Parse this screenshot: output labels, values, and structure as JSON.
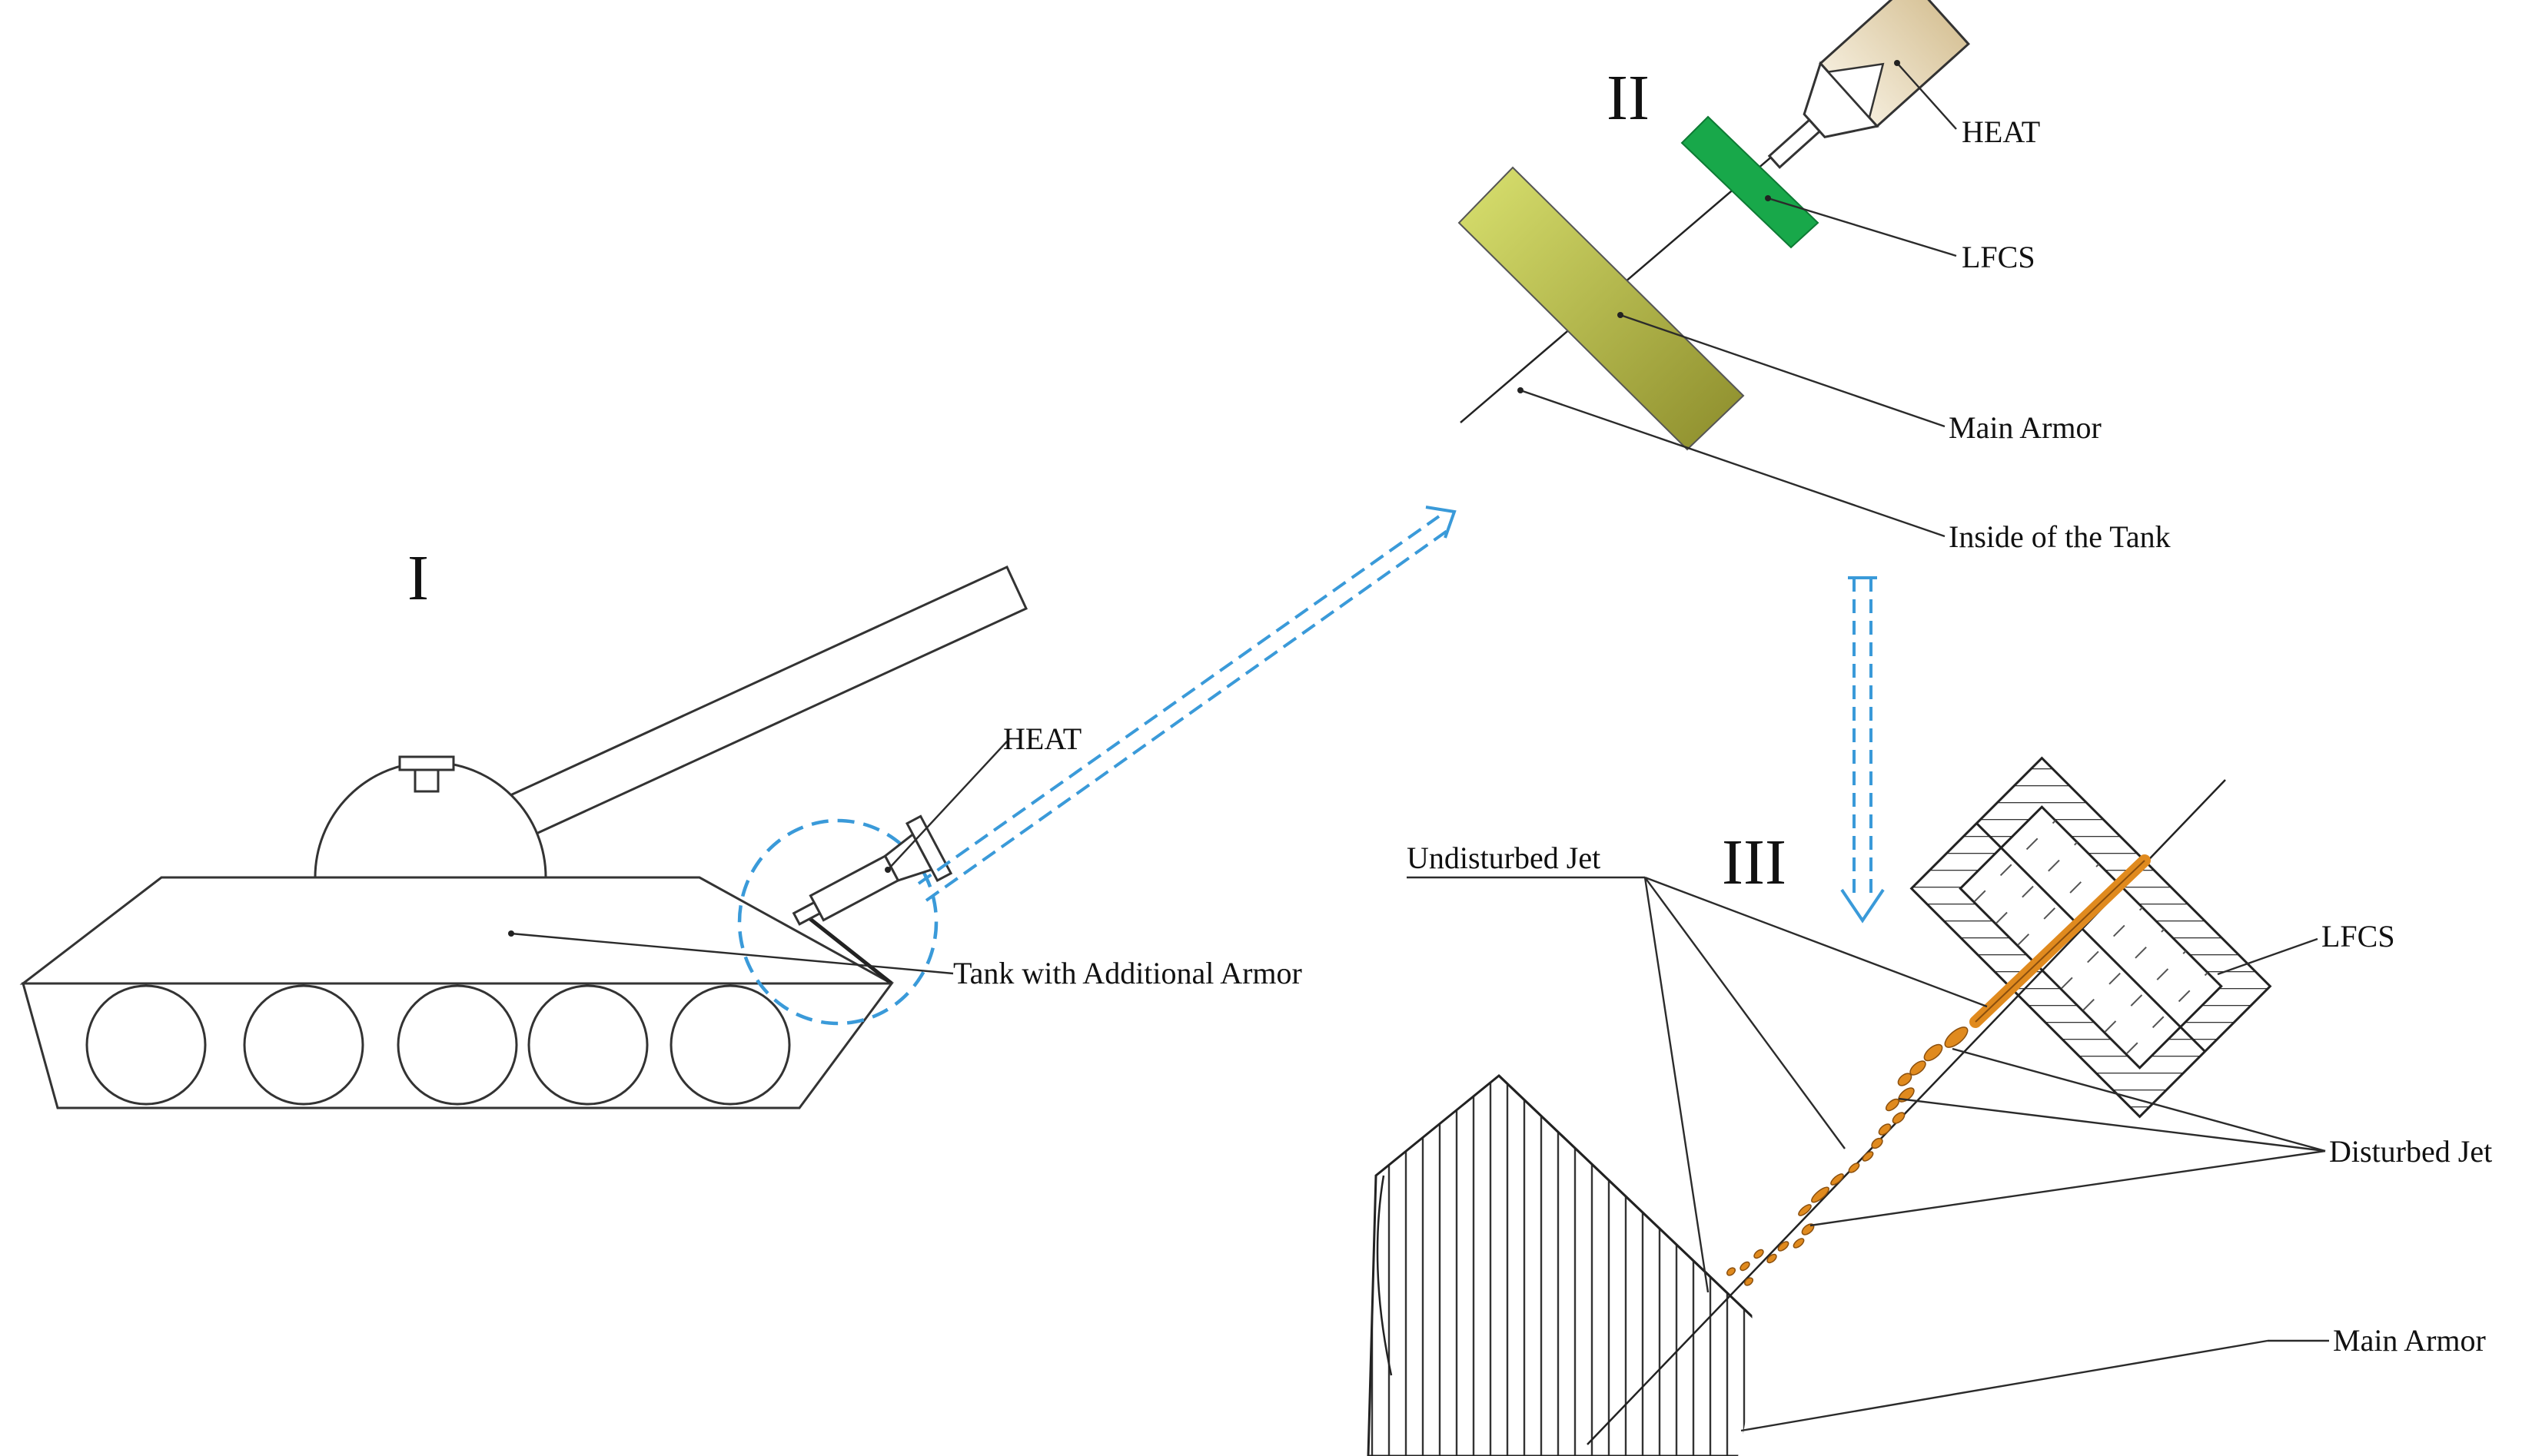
{
  "panels": {
    "I": "I",
    "II": "II",
    "III": "III"
  },
  "labels": {
    "heat_tank": "HEAT",
    "tank": "Tank with Additional Armor",
    "heat_ii": "HEAT",
    "lfcs_ii": "LFCS",
    "main_armor_ii": "Main Armor",
    "inside_tank": "Inside of the Tank",
    "undisturbed_jet": "Undisturbed Jet",
    "lfcs_iii": "LFCS",
    "disturbed_jet": "Disturbed Jet",
    "main_armor_iii": "Main Armor"
  },
  "colors": {
    "arrow": "#3a9ad9",
    "lfcs": "#18a84a",
    "armor_light": "#d8e070",
    "armor_dark": "#8e8e2a",
    "jet": "#e08a1e",
    "heat_body": "#e9dcc2"
  }
}
